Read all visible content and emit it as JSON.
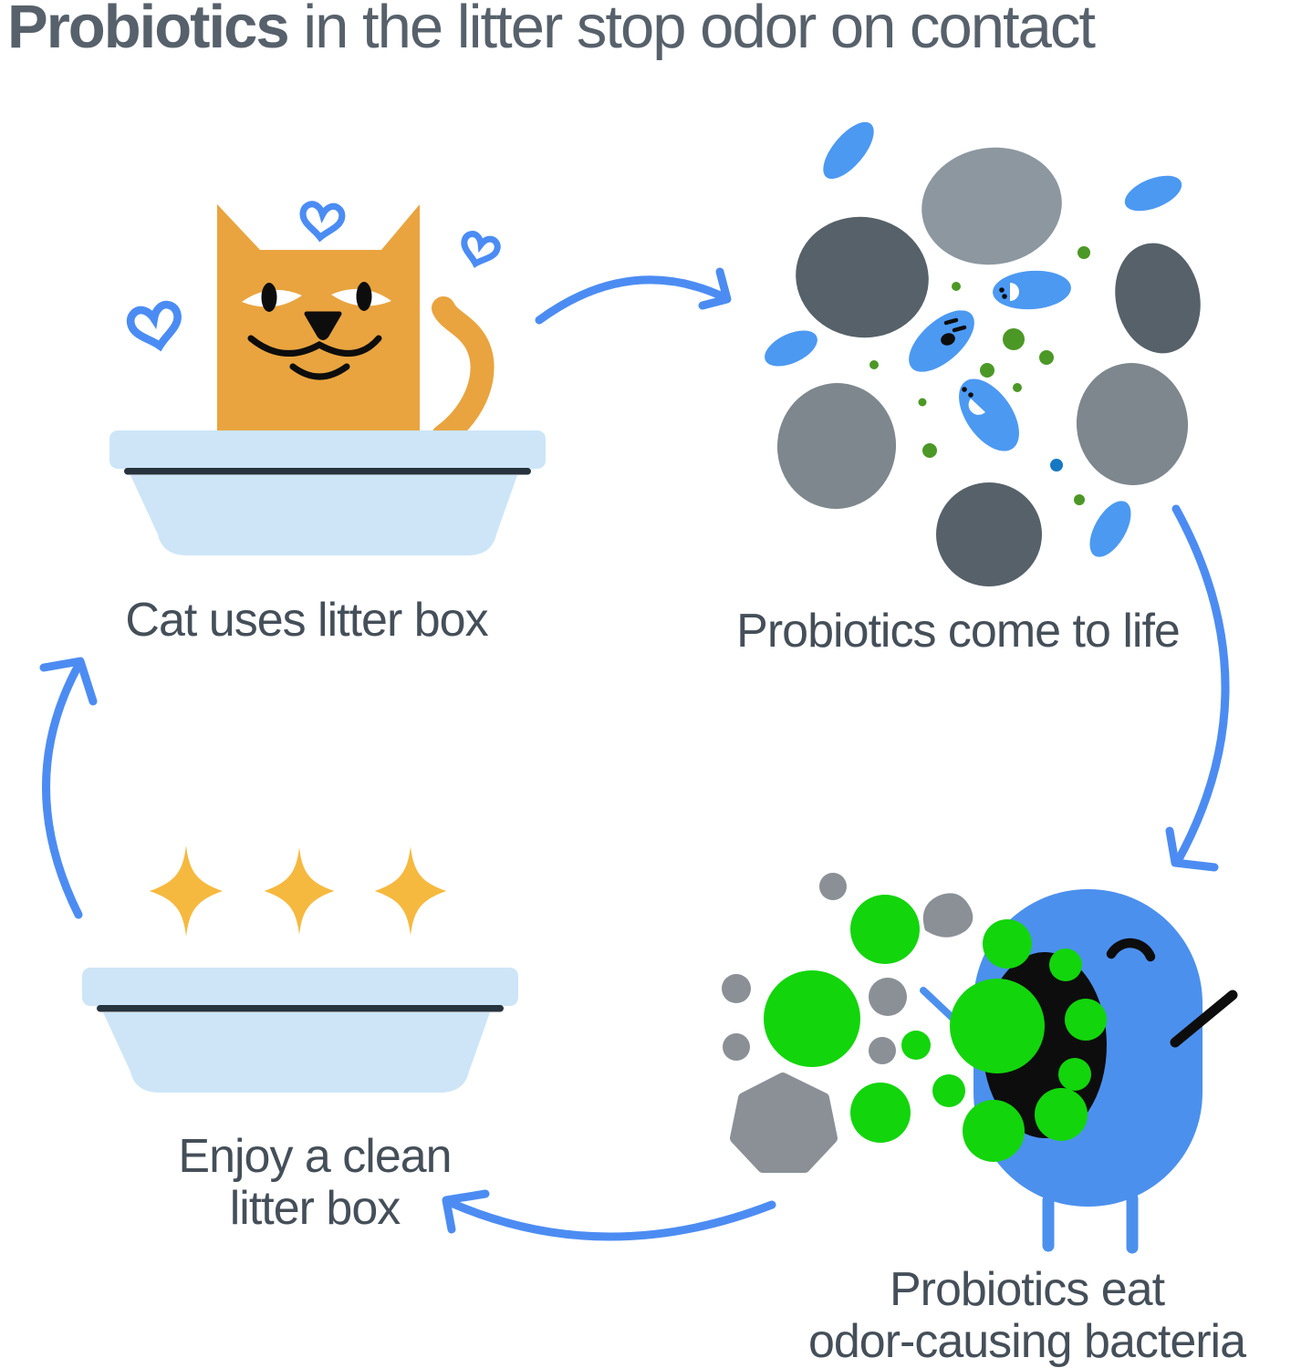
{
  "title": {
    "emphasis": "Probiotics",
    "remainder": " in the litter stop odor on contact"
  },
  "steps": [
    {
      "id": "cat-uses-litter-box",
      "lines": [
        "Cat uses litter box"
      ]
    },
    {
      "id": "probiotics-come-to-life",
      "lines": [
        "Probiotics come to life"
      ]
    },
    {
      "id": "probiotics-eat-bacteria",
      "lines": [
        "Probiotics eat",
        "odor-causing bacteria"
      ]
    },
    {
      "id": "enjoy-clean-litter-box",
      "lines": [
        "Enjoy a clean",
        "litter box"
      ]
    }
  ],
  "icons": {
    "heart": "heart-icon",
    "sparkle": "sparkle-icon",
    "cat": "cat-icon",
    "litter_box": "litter-box-icon",
    "probiotic_pill": "probiotic-pill-icon",
    "bacteria_blob": "bacteria-blob-icon",
    "probiotic_creature": "probiotic-creature-icon",
    "cycle_arrow": "cycle-arrow-icon"
  },
  "colors": {
    "background": "#FFFFFF",
    "title_text": "#57616B",
    "caption_text": "#454F59",
    "cat_orange": "#E9A43F",
    "litter_box_blue": "#CDE5F7",
    "litter_box_line": "#27333D",
    "arrow_blue": "#4C8CF2",
    "heart_blue": "#4B8CF4",
    "probiotic_pill_blue": "#4C99F2",
    "creature_blue": "#4C90EE",
    "dark_gray_blob": "#566169",
    "light_gray_blob": "#8C97A0",
    "mid_gray_blob": "#7E878E",
    "small_gray_bits": "#8A9096",
    "olive_green_dot": "#4C9826",
    "deep_blue_dot": "#1678C2",
    "bright_green": "#12D50C",
    "star_yellow": "#F6B93F",
    "ink_black": "#0D0D0D"
  }
}
